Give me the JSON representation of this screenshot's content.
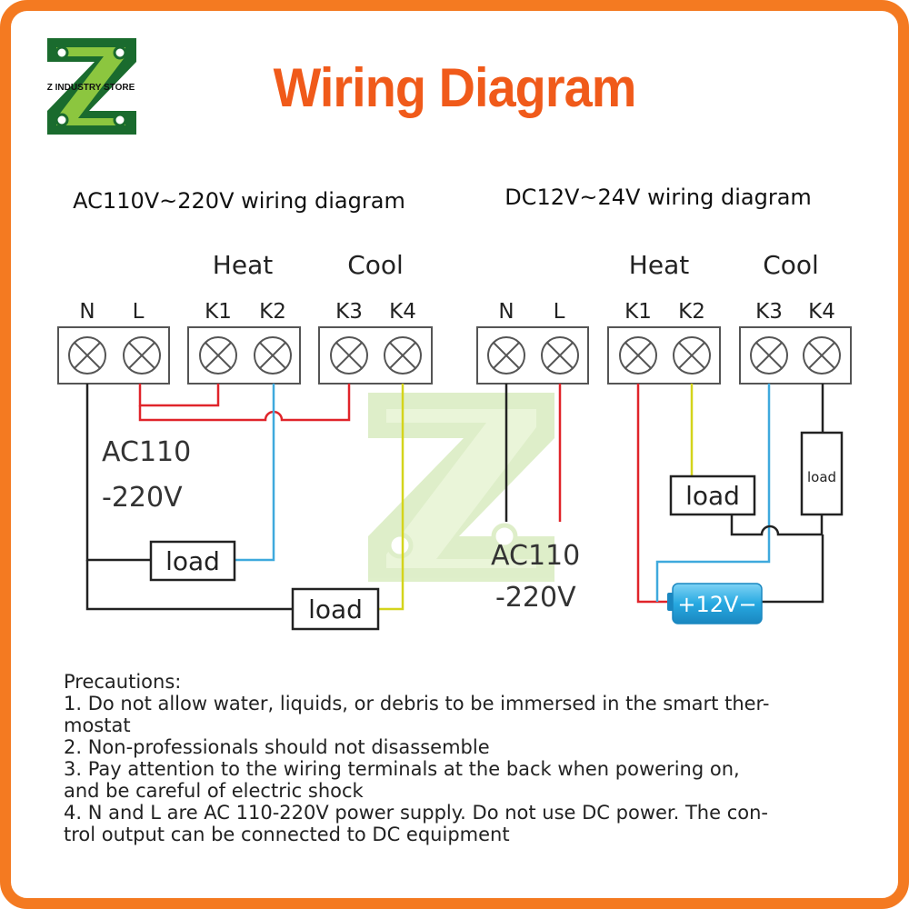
{
  "brand": {
    "name": "Z INDUSTRY STORE",
    "colors": {
      "dark_green": "#1a6b2e",
      "light_green": "#8cc63f"
    }
  },
  "title": "Wiring Diagram",
  "ac": {
    "heading": "AC110V~220V wiring diagram",
    "group_heat": "Heat",
    "group_cool": "Cool",
    "terminals": [
      "N",
      "L",
      "K1",
      "K2",
      "K3",
      "K4"
    ],
    "supply_line1": "AC110",
    "supply_line2": "-220V",
    "load1": "load",
    "load2": "load"
  },
  "dc": {
    "heading": "DC12V~24V wiring diagram",
    "group_heat": "Heat",
    "group_cool": "Cool",
    "terminals": [
      "N",
      "L",
      "K1",
      "K2",
      "K3",
      "K4"
    ],
    "supply_line1": "AC110",
    "supply_line2": "-220V",
    "load1": "load",
    "load2": "load",
    "battery": "+12V−"
  },
  "precautions": {
    "lines": [
      "Precautions:",
      "1. Do not allow water, liquids, or debris to be immersed in the smart ther-",
      "mostat",
      "2. Non-professionals should not disassemble",
      "3. Pay attention to the wiring terminals at the back when powering on,",
      "and be careful of electric shock",
      "4. N and L are AC 110-220V power supply. Do not use DC power. The con-",
      "trol output can be connected to DC equipment"
    ]
  },
  "colors": {
    "frame": "#f47a21",
    "title": "#f05a1a",
    "wire_red": "#e0242a",
    "wire_blue": "#3fa9dd",
    "wire_yellow": "#d4d41c",
    "wire_black": "#222222",
    "battery": "#27a9e1"
  }
}
